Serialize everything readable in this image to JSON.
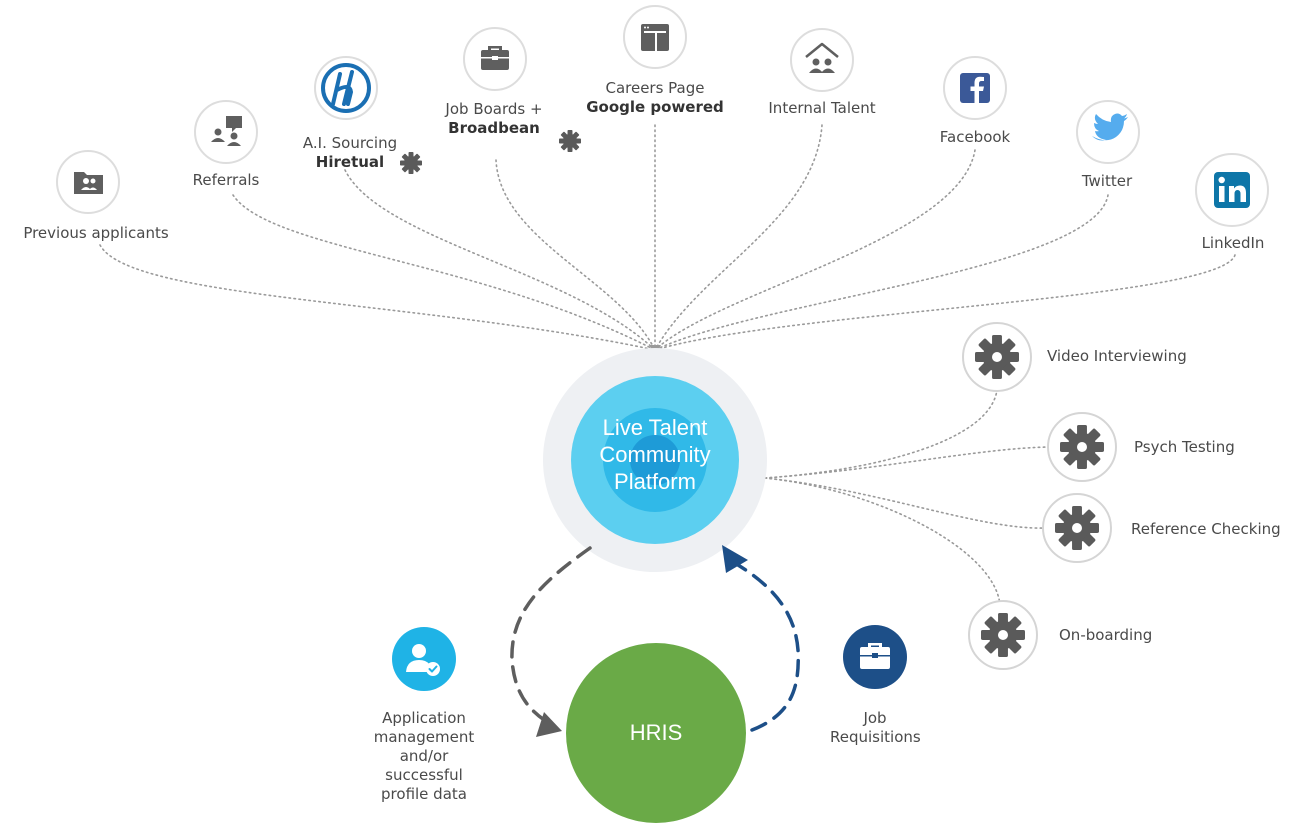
{
  "sources": [
    {
      "id": "previous-applicants",
      "label": "Previous applicants",
      "icon": "contacts-folder-icon"
    },
    {
      "id": "referrals",
      "label": "Referrals",
      "icon": "referral-chat-icon"
    },
    {
      "id": "ai-sourcing",
      "label": "A.I. Sourcing",
      "bold": "Hiretual",
      "icon": "hiretual-logo",
      "gear": true
    },
    {
      "id": "job-boards",
      "label": "Job Boards +",
      "bold": "Broadbean",
      "icon": "briefcase-icon",
      "gear": true
    },
    {
      "id": "careers-page",
      "label": "Careers Page",
      "bold": "Google powered",
      "icon": "browser-window-icon"
    },
    {
      "id": "internal-talent",
      "label": "Internal Talent",
      "icon": "house-people-icon"
    },
    {
      "id": "facebook",
      "label": "Facebook",
      "icon": "facebook-icon"
    },
    {
      "id": "twitter",
      "label": "Twitter",
      "icon": "twitter-icon"
    },
    {
      "id": "linkedin",
      "label": "LinkedIn",
      "icon": "linkedin-icon"
    }
  ],
  "center": {
    "line1": "Live Talent",
    "line2": "Community",
    "line3": "Platform"
  },
  "tools": [
    {
      "id": "video-interviewing",
      "label": "Video Interviewing",
      "icon": "gear-icon"
    },
    {
      "id": "psych-testing",
      "label": "Psych Testing",
      "icon": "gear-icon"
    },
    {
      "id": "reference-checking",
      "label": "Reference Checking",
      "icon": "gear-icon"
    },
    {
      "id": "on-boarding",
      "label": "On-boarding",
      "icon": "gear-icon"
    }
  ],
  "hris": {
    "label": "HRIS"
  },
  "flows": {
    "to_hris": {
      "label": "Application management and/or successful profile data",
      "icon": "user-check-icon"
    },
    "to_platform": {
      "label": "Job Requisitions",
      "icon": "briefcase-icon"
    }
  },
  "colors": {
    "platform_outer": "#eef0f3",
    "platform_ring": "#5ccff0",
    "platform_inner": "#30b9e8",
    "platform_core": "#1e9bd7",
    "hris": "#6aaa47",
    "source_icon_fill": "#5f5f5f",
    "gear": "#5a5a5a",
    "dashed_gray": "#5e5e5e",
    "dashed_blue": "#1d4f88",
    "user_check_circle": "#1fb3e6",
    "job_req_circle": "#1d4f88",
    "facebook": "#3b5998",
    "twitter": "#55acee",
    "linkedin": "#0e76a8",
    "hiretual": "#1a6fb3"
  }
}
